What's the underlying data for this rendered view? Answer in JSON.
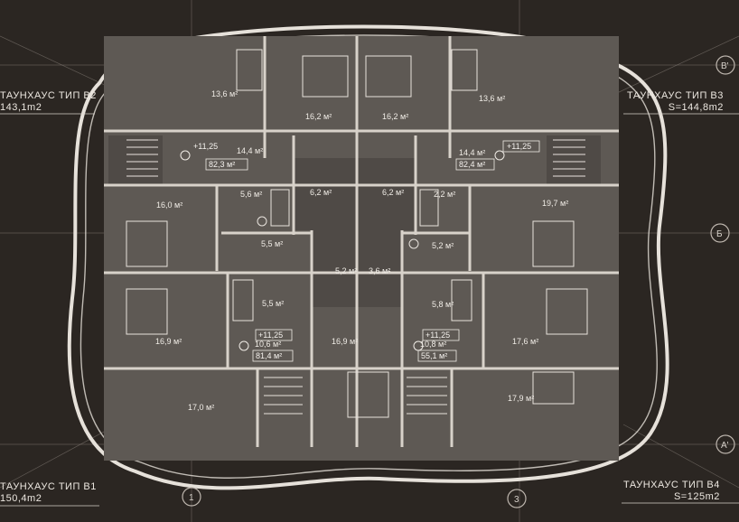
{
  "colors": {
    "background": "#2b2622",
    "room": "#5e5954",
    "wall": "#e6e1da",
    "text": "#f0ece6"
  },
  "axis_markers": [
    "В'",
    "Б",
    "А'",
    "1",
    "3"
  ],
  "units": {
    "b2": {
      "title": "ТАУНХАУС ТИП В2",
      "area": "143,1m2"
    },
    "b3": {
      "title": "ТАУНХАУС ТИП В3",
      "area": "S=144,8m2"
    },
    "b1": {
      "title": "ТАУНХАУС ТИП В1",
      "area": "150,4m2"
    },
    "b4": {
      "title": "ТАУНХАУС ТИП В4",
      "area": "S=125m2"
    }
  },
  "room_areas": [
    "13,6 м²",
    "16,2 м²",
    "16,2 м²",
    "13,6 м²",
    "14,4 м²",
    "14,4 м²",
    "16,0 м²",
    "5,6 м²",
    "6,2 м²",
    "6,2 м²",
    "2,2 м²",
    "19,7 м²",
    "5,5 м²",
    "5,2 м²",
    "5,2 м²",
    "3,6 м²",
    "5,5 м²",
    "5,8 м²",
    "16,9 м²",
    "10,6 м²",
    "16,9 м²",
    "10,8 м²",
    "17,6 м²",
    "17,0 м²",
    "17,9 м²"
  ],
  "level_callouts": [
    {
      "level": "+11,25",
      "unit_area": "82,3 м²"
    },
    {
      "level": "+11,25",
      "unit_area": "82,4 м²"
    },
    {
      "level": "+11,25",
      "unit_area": "81,4 м²"
    },
    {
      "level": "+11,25",
      "unit_area": "55,1 м²"
    }
  ]
}
